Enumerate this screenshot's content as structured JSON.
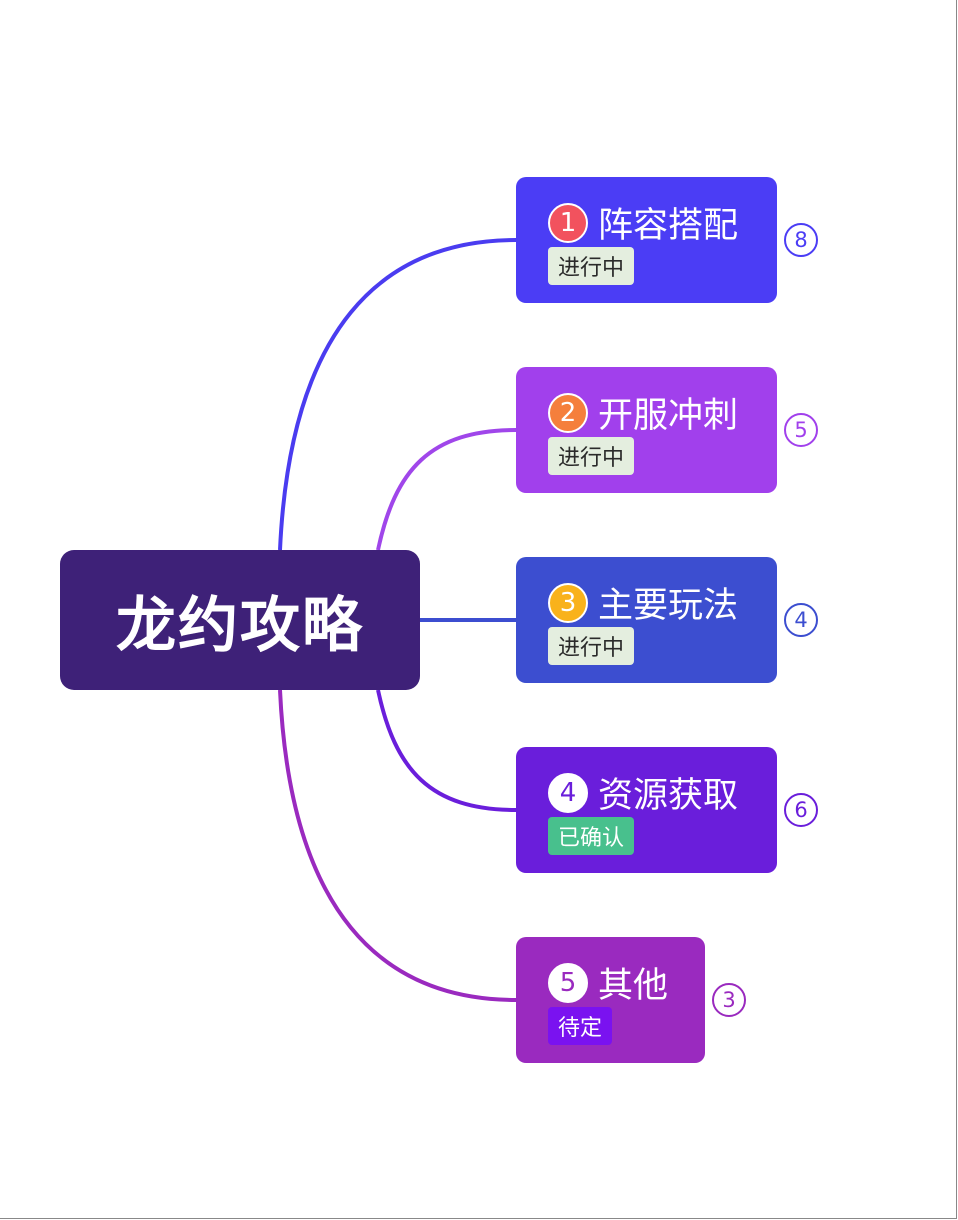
{
  "root": {
    "label": "龙约攻略",
    "color": "#3e2178"
  },
  "branches": [
    {
      "num": "1",
      "label": "阵容搭配",
      "status": "进行中",
      "count": "8",
      "color": "#4b3df5",
      "link_color": "#4a3cf0",
      "num_bg": "#f2525e",
      "num_fg": "#ffffff",
      "tag_bg": "#e4eedf",
      "tag_fg": "#2a2a2a",
      "count_color": "#4b3df5"
    },
    {
      "num": "2",
      "label": "开服冲刺",
      "status": "进行中",
      "count": "5",
      "color": "#a140ec",
      "link_color": "#a046ea",
      "num_bg": "#f57f3c",
      "num_fg": "#ffffff",
      "tag_bg": "#e4eedf",
      "tag_fg": "#2a2a2a",
      "count_color": "#a140ec"
    },
    {
      "num": "3",
      "label": "主要玩法",
      "status": "进行中",
      "count": "4",
      "color": "#3c4ed0",
      "link_color": "#3c4ed0",
      "num_bg": "#f9b21b",
      "num_fg": "#ffffff",
      "tag_bg": "#e4eedf",
      "tag_fg": "#2a2a2a",
      "count_color": "#3c4ed0"
    },
    {
      "num": "4",
      "label": "资源获取",
      "status": "已确认",
      "count": "6",
      "color": "#6a1edb",
      "link_color": "#6a1edb",
      "num_bg": "#ffffff",
      "num_fg": "#6a1edb",
      "tag_bg": "#48c08d",
      "tag_fg": "#ffffff",
      "count_color": "#6a1edb"
    },
    {
      "num": "5",
      "label": "其他",
      "status": "待定",
      "count": "3",
      "color": "#9a2abf",
      "link_color": "#9a2abf",
      "num_bg": "#ffffff",
      "num_fg": "#9a2abf",
      "tag_bg": "#7a12f0",
      "tag_fg": "#ffffff",
      "count_color": "#9a2abf"
    }
  ]
}
